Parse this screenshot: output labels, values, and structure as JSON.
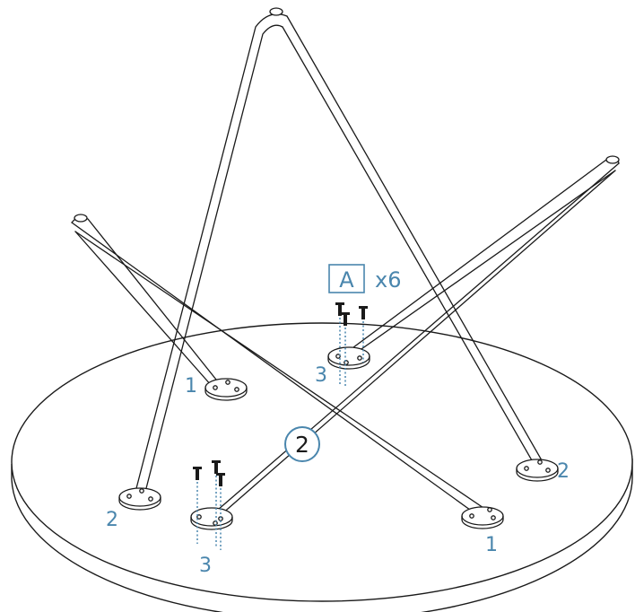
{
  "labels": {
    "part_letter": "A",
    "quantity": "x6",
    "step": "2",
    "leg_1": "1",
    "leg_2": "2",
    "screw_3": "3"
  },
  "colors": {
    "line": "#1a1a1a",
    "accent": "#4a86ad",
    "background": "#ffffff"
  }
}
